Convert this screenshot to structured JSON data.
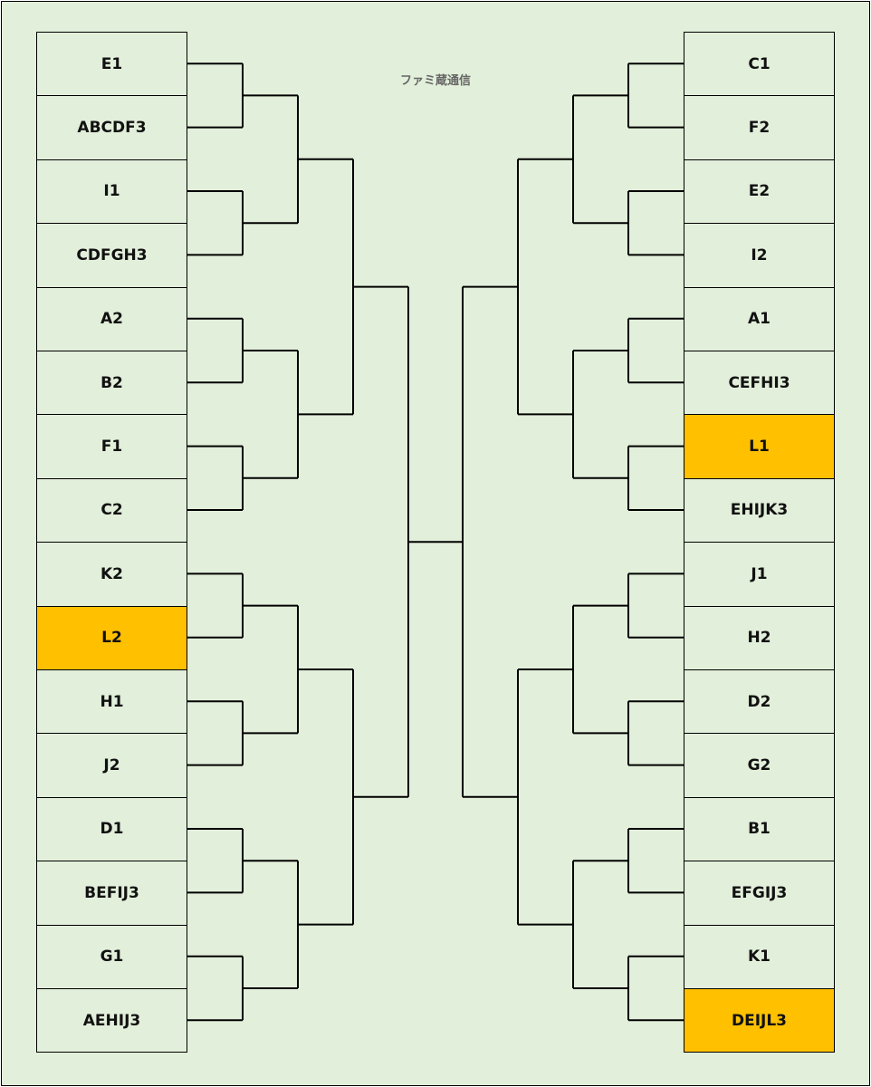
{
  "title": "ファミ蔵通信",
  "colors": {
    "background": "#e2efda",
    "highlight": "#ffc000",
    "line": "#000000"
  },
  "left_bracket": [
    {
      "label": "E1",
      "highlight": false
    },
    {
      "label": "ABCDF3",
      "highlight": false
    },
    {
      "label": "I1",
      "highlight": false
    },
    {
      "label": "CDFGH3",
      "highlight": false
    },
    {
      "label": "A2",
      "highlight": false
    },
    {
      "label": "B2",
      "highlight": false
    },
    {
      "label": "F1",
      "highlight": false
    },
    {
      "label": "C2",
      "highlight": false
    },
    {
      "label": "K2",
      "highlight": false
    },
    {
      "label": "L2",
      "highlight": true
    },
    {
      "label": "H1",
      "highlight": false
    },
    {
      "label": "J2",
      "highlight": false
    },
    {
      "label": "D1",
      "highlight": false
    },
    {
      "label": "BEFIJ3",
      "highlight": false
    },
    {
      "label": "G1",
      "highlight": false
    },
    {
      "label": "AEHIJ3",
      "highlight": false
    }
  ],
  "right_bracket": [
    {
      "label": "C1",
      "highlight": false
    },
    {
      "label": "F2",
      "highlight": false
    },
    {
      "label": "E2",
      "highlight": false
    },
    {
      "label": "I2",
      "highlight": false
    },
    {
      "label": "A1",
      "highlight": false
    },
    {
      "label": "CEFHI3",
      "highlight": false
    },
    {
      "label": "L1",
      "highlight": true
    },
    {
      "label": "EHIJK3",
      "highlight": false
    },
    {
      "label": "J1",
      "highlight": false
    },
    {
      "label": "H2",
      "highlight": false
    },
    {
      "label": "D2",
      "highlight": false
    },
    {
      "label": "G2",
      "highlight": false
    },
    {
      "label": "B1",
      "highlight": false
    },
    {
      "label": "EFGIJ3",
      "highlight": false
    },
    {
      "label": "K1",
      "highlight": false
    },
    {
      "label": "DEIJL3",
      "highlight": true
    }
  ]
}
